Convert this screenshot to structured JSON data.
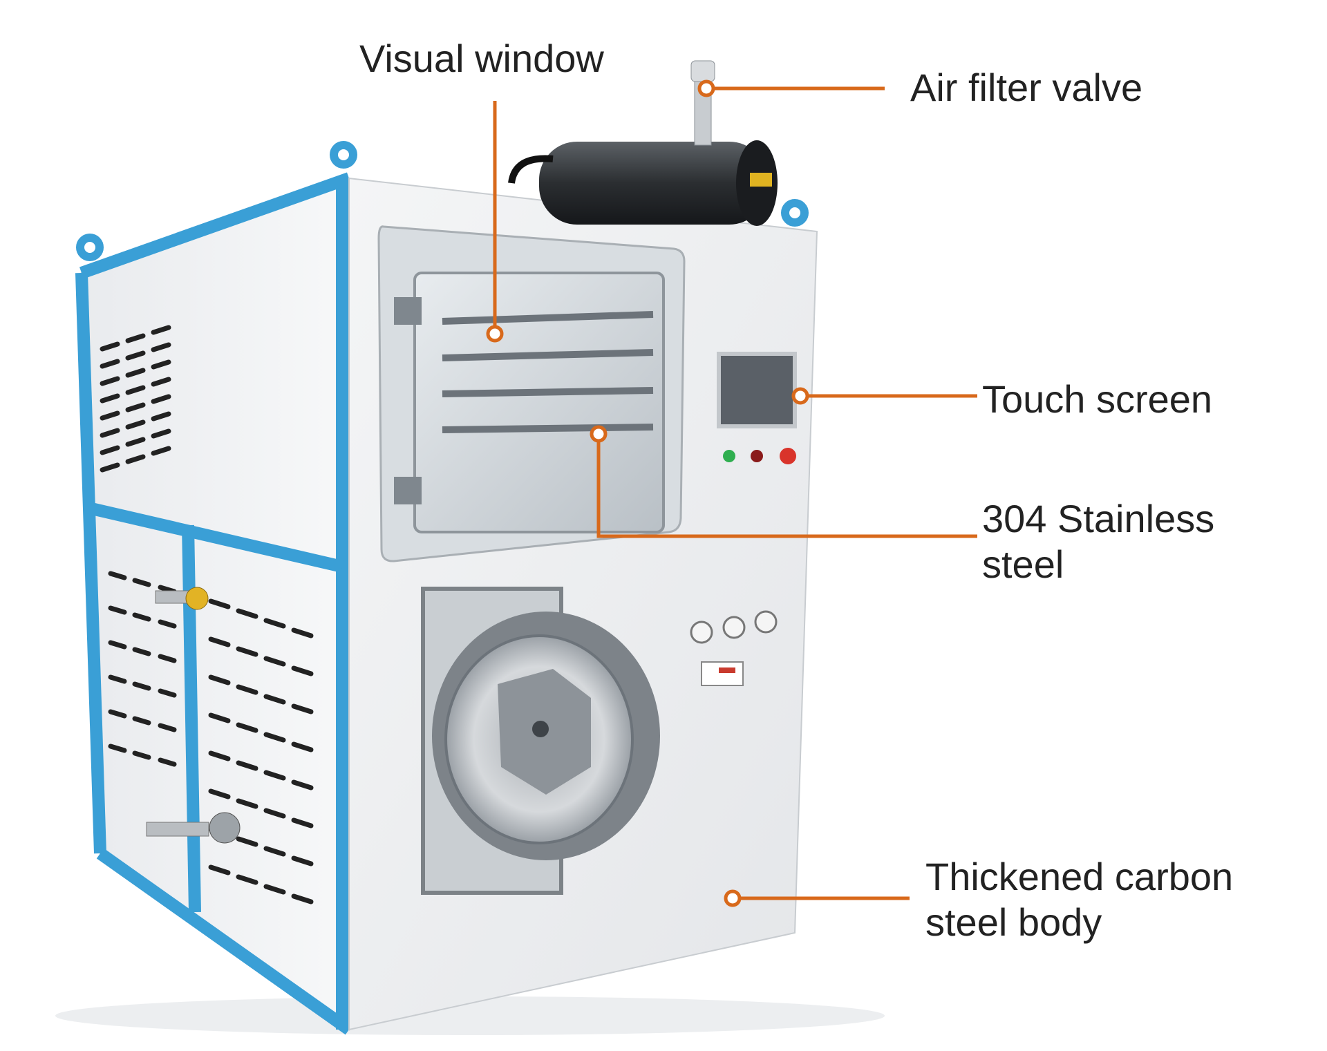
{
  "colors": {
    "leader": "#d8691b",
    "label_text": "#222222",
    "frame_blue": "#3a9fd6",
    "panel_white": "#f2f3f5"
  },
  "callouts": {
    "visual_window": {
      "text": "Visual window"
    },
    "air_filter_valve": {
      "text": "Air filter valve"
    },
    "touch_screen": {
      "text": "Touch screen"
    },
    "stainless_304": {
      "lines": [
        "304 Stainless",
        "steel"
      ]
    },
    "carbon_body": {
      "lines": [
        "Thickened carbon",
        "steel body"
      ]
    }
  }
}
